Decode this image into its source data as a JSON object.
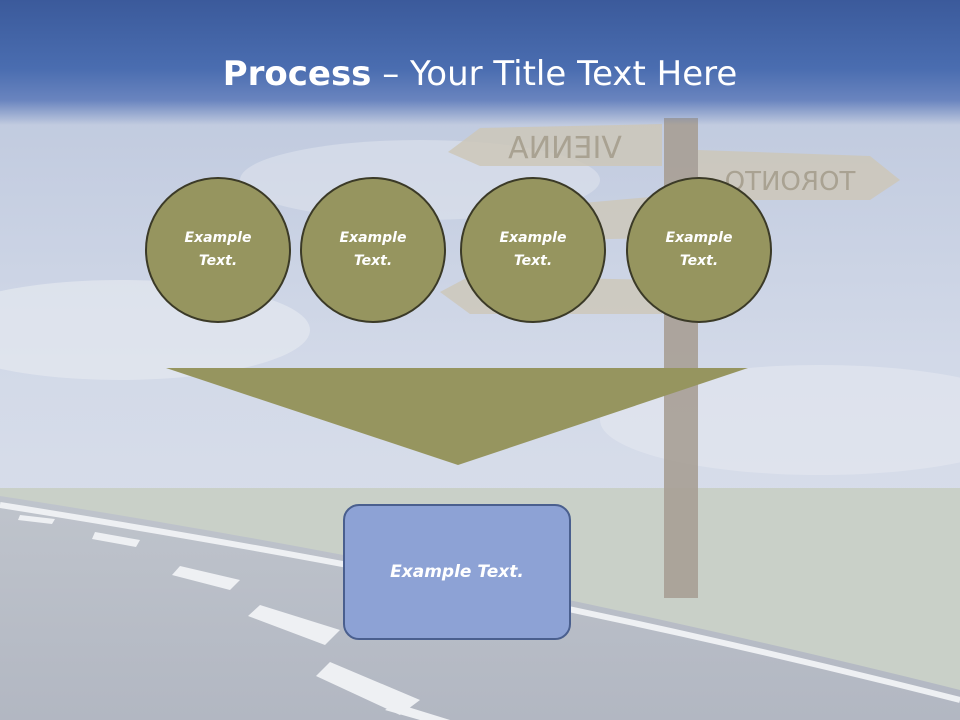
{
  "title": {
    "bold": "Process",
    "rest": " – Your Title Text Here"
  },
  "circles": [
    {
      "label": "Example Text."
    },
    {
      "label": "Example Text."
    },
    {
      "label": "Example Text."
    },
    {
      "label": "Example Text."
    }
  ],
  "box": {
    "label": "Example Text."
  },
  "signpost": {
    "signs": [
      "VIENNA",
      "TORONTO"
    ]
  },
  "colors": {
    "circle_fill": "#96955f",
    "arrow_fill": "#96955f",
    "box_fill": "#8da2d5",
    "title_band": "#3b5a9b"
  }
}
